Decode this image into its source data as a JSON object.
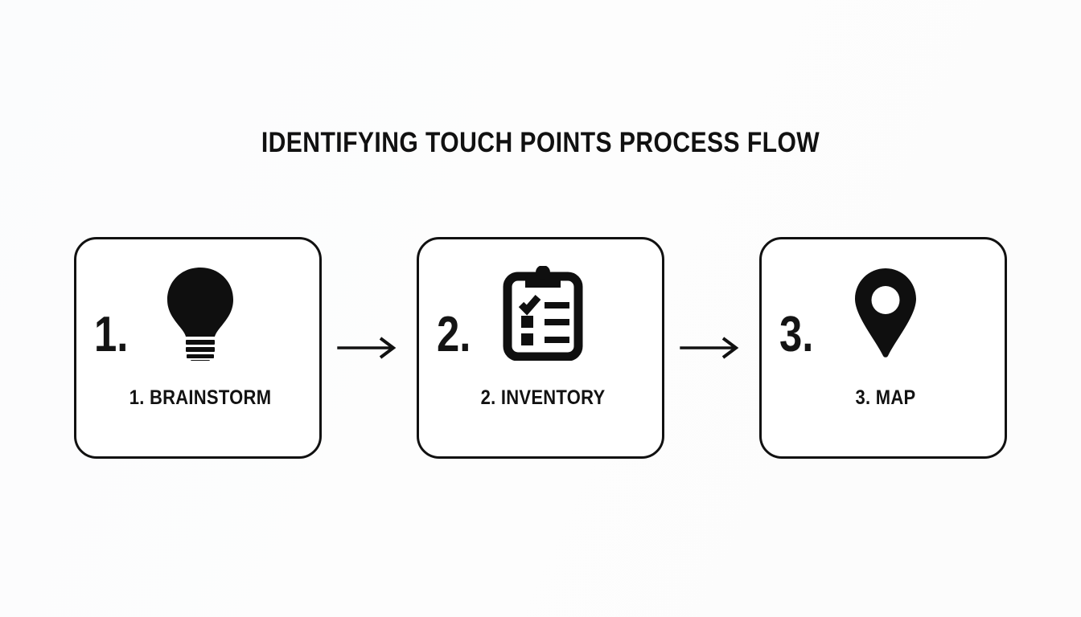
{
  "page": {
    "title": "IDENTIFYING TOUCH POINTS PROCESS FLOW",
    "background_color": "#fcfdfd",
    "ink_color": "#111111"
  },
  "flow": {
    "steps": [
      {
        "number": "1.",
        "label": "1. BRAINSTORM",
        "icon": "lightbulb-icon"
      },
      {
        "number": "2.",
        "label": "2. INVENTORY",
        "icon": "clipboard-checklist-icon"
      },
      {
        "number": "3.",
        "label": "3. MAP",
        "icon": "map-pin-icon"
      }
    ],
    "connectors": [
      {
        "icon": "arrow-right-icon"
      },
      {
        "icon": "arrow-right-icon"
      }
    ]
  }
}
